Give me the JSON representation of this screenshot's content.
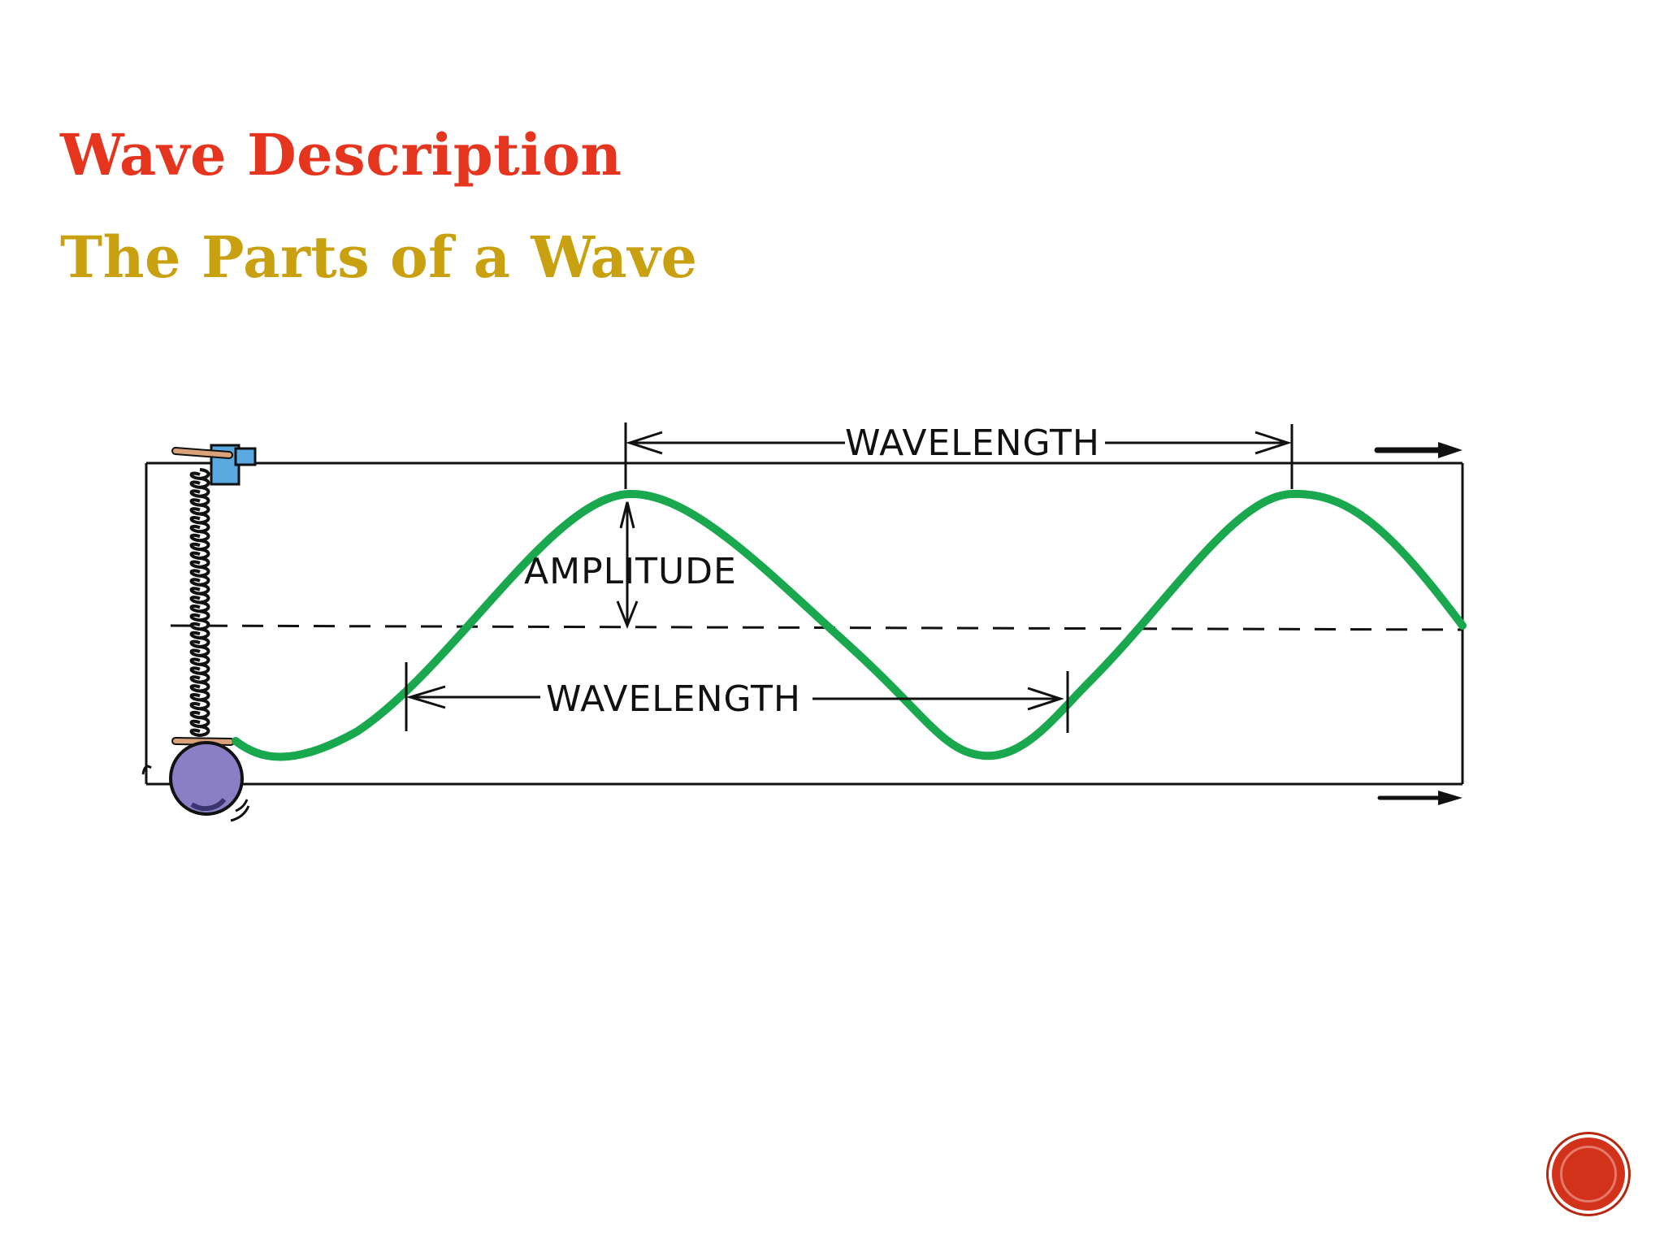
{
  "slide": {
    "title": "Wave Description",
    "subtitle": "The Parts of a Wave"
  },
  "diagram": {
    "labels": {
      "wavelength_top": "WAVELENGTH",
      "amplitude": "AMPLITUDE",
      "wavelength_bottom": "WAVELENGTH"
    },
    "colors": {
      "wave": "#1aa84f",
      "title": "#e5351f",
      "subtitle": "#c9a00f",
      "weight": "#8a7fc4",
      "clamp": "#5aa9e0"
    }
  },
  "nav": {
    "icon": "next-slide-button-icon"
  }
}
